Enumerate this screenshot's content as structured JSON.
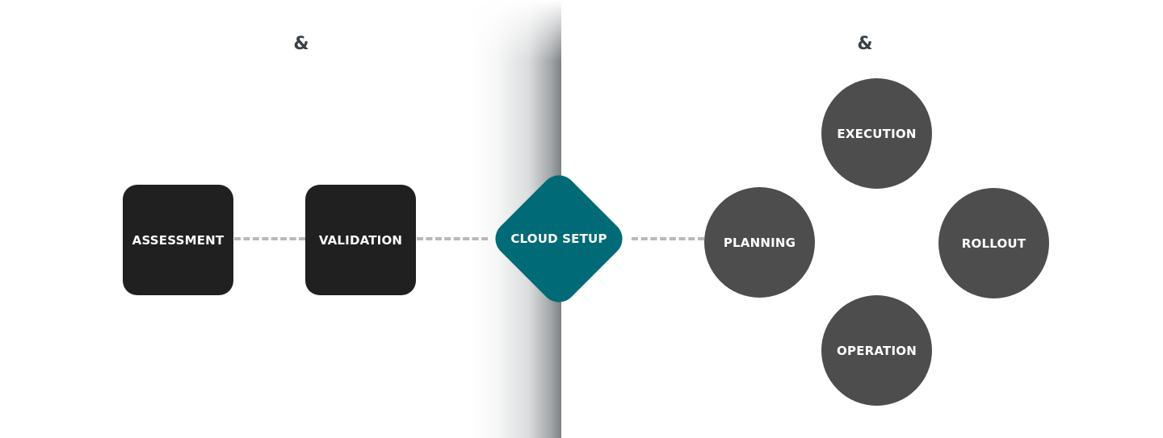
{
  "diagram": {
    "left_group": {
      "heading_symbol": "&",
      "nodes": [
        {
          "label": "ASSESSMENT"
        },
        {
          "label": "VALIDATION"
        }
      ]
    },
    "center_node": {
      "label": "CLOUD SETUP"
    },
    "right_group": {
      "heading_symbol": "&",
      "nodes": [
        {
          "label": "EXECUTION"
        },
        {
          "label": "PLANNING"
        },
        {
          "label": "ROLLOUT"
        },
        {
          "label": "OPERATION"
        }
      ]
    },
    "colors": {
      "square_fill": "#202020",
      "diamond_fill": "#006b76",
      "circle_fill": "#4d4d4d",
      "connector": "#b8b8b8",
      "label_text": "#ffffff"
    }
  }
}
